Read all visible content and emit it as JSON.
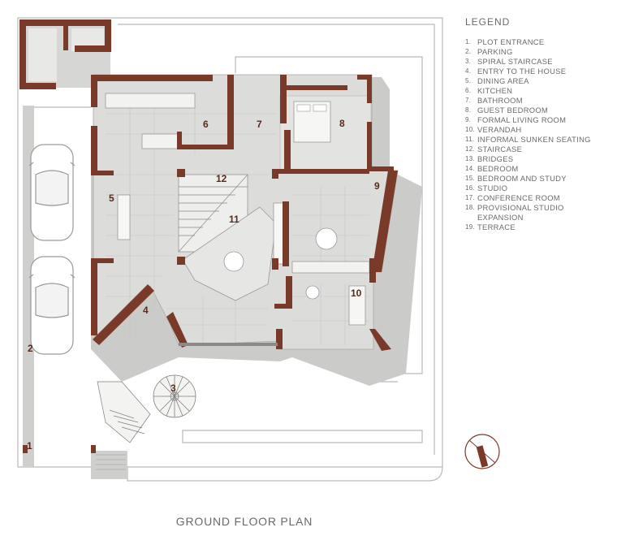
{
  "legend": {
    "title": "LEGEND",
    "items": [
      {
        "num": "1.",
        "label": "PLOT ENTRANCE"
      },
      {
        "num": "2.",
        "label": "PARKING"
      },
      {
        "num": "3.",
        "label": "SPIRAL STAIRCASE"
      },
      {
        "num": "4.",
        "label": "ENTRY TO THE HOUSE"
      },
      {
        "num": "5.",
        "label": "DINING AREA"
      },
      {
        "num": "6.",
        "label": "KITCHEN"
      },
      {
        "num": "7.",
        "label": "BATHROOM"
      },
      {
        "num": "8.",
        "label": "GUEST BEDROOM"
      },
      {
        "num": "9.",
        "label": "FORMAL LIVING ROOM"
      },
      {
        "num": "10.",
        "label": "VERANDAH"
      },
      {
        "num": "11.",
        "label": "INFORMAL SUNKEN SEATING"
      },
      {
        "num": "12.",
        "label": "STAIRCASE"
      },
      {
        "num": "13.",
        "label": "BRIDGES"
      },
      {
        "num": "14.",
        "label": "BEDROOM"
      },
      {
        "num": "15.",
        "label": "BEDROOM AND STUDY"
      },
      {
        "num": "16.",
        "label": "STUDIO"
      },
      {
        "num": "17.",
        "label": "CONFERENCE ROOM"
      },
      {
        "num": "18.",
        "label": "PROVISIONAL STUDIO EXPANSION"
      },
      {
        "num": "19.",
        "label": "TERRACE"
      }
    ]
  },
  "plan_labels": {
    "n1": "1",
    "n2": "2",
    "n3": "3",
    "n4": "4",
    "n5": "5",
    "n6": "6",
    "n7": "7",
    "n8": "8",
    "n9": "9",
    "n10": "10",
    "n11": "11",
    "n12": "12"
  },
  "caption": "GROUND FLOOR PLAN",
  "colors": {
    "wall": "#7a3a2a",
    "floor": "#d9d9d7",
    "shadow": "#c7c7c5",
    "outline": "#b5b5b5",
    "text": "#6a6a6a"
  },
  "icons": {
    "north": "north-arrow-icon",
    "car": "car-icon"
  }
}
